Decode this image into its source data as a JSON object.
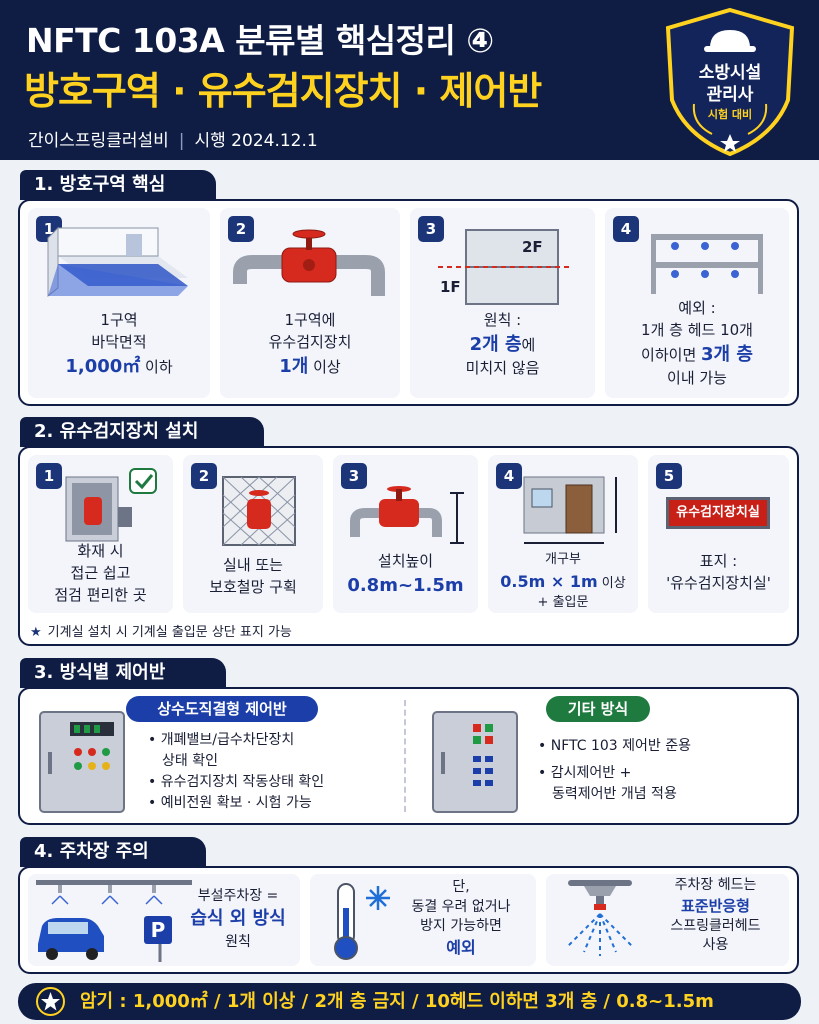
{
  "header": {
    "title_line1": "NFTC 103A 분류별 핵심정리 ④",
    "title_line2": "방호구역 · 유수검지장치 · 제어반",
    "subtitle_left": "간이스프링클러설비",
    "subtitle_sep": "|",
    "subtitle_right": "시행 2024.12.1",
    "badge_line1": "소방시설",
    "badge_line2": "관리사",
    "badge_line3": "시험 대비"
  },
  "section1": {
    "label": "1. 방호구역 핵심",
    "cards": [
      {
        "num": "1",
        "line1": "1구역",
        "line2": "바닥면적",
        "hl": "1,000㎡",
        "line3_rest": " 이하",
        "icon": "floor-area-icon"
      },
      {
        "num": "2",
        "line1": "1구역에",
        "line2": "유수검지장치",
        "hl": "1개",
        "line3_rest": " 이상",
        "icon": "alarm-valve-pipe-icon"
      },
      {
        "num": "3",
        "line1": "원칙 :",
        "hl": "2개 층",
        "line2_rest": "에",
        "line3": "미치지 않음",
        "floor_top": "2F",
        "floor_bottom": "1F",
        "icon": "two-floor-building-icon"
      },
      {
        "num": "4",
        "line1": "예외 :",
        "line2": "1개 층 헤드 10개",
        "line3_pre": "이하이면 ",
        "hl": "3개 층",
        "line4": "이내 가능",
        "icon": "sprinkler-heads-rack-icon"
      }
    ]
  },
  "section2": {
    "label": "2. 유수검지장치 설치",
    "cards": [
      {
        "num": "1",
        "line1": "화재 시",
        "line2": "접근 쉽고",
        "line3": "점검 편리한 곳",
        "icon": "valve-cabinet-check-icon"
      },
      {
        "num": "2",
        "line1": "실내 또는",
        "line2": "보호철망 구획",
        "icon": "caged-valve-icon"
      },
      {
        "num": "3",
        "line1": "설치높이",
        "hl": "0.8m~1.5m",
        "icon": "valve-height-icon"
      },
      {
        "num": "4",
        "line1": "개구부",
        "hl": "0.5m × 1m",
        "line2_rest": " 이상",
        "line3": "+ 출입문",
        "icon": "door-opening-icon"
      },
      {
        "num": "5",
        "line1": "표지 :",
        "line2": "'유수검지장치실'",
        "sign": "유수검지장치실",
        "icon": "room-sign-icon"
      }
    ],
    "note": "기계실 설치 시 기계실 출입문 상단 표지 가능"
  },
  "section3": {
    "label": "3. 방식별 제어반",
    "left_pill": "상수도직결형 제어반",
    "left_items": [
      "개폐밸브/급수차단장치",
      "상태 확인",
      "유수검지장치 작동상태 확인",
      "예비전원 확보 · 시험 가능"
    ],
    "right_pill": "기타 방식",
    "right_items": [
      "NFTC 103 제어반 준용",
      "감시제어반 +",
      "동력제어반 개념 적용"
    ]
  },
  "section4": {
    "label": "4. 주차장 주의",
    "card1": {
      "line1": "부설주차장 =",
      "hl": "습식 외 방식",
      "line3": "원칙",
      "sign": "P"
    },
    "card2": {
      "line1": "단,",
      "line2": "동결 우려 없거나",
      "line3": "방지 가능하면",
      "hl": "예외"
    },
    "card3": {
      "line1": "주차장 헤드는",
      "hl": "표준반응형",
      "line3": "스프링클러헤드",
      "line4": "사용"
    }
  },
  "footer": {
    "text": "암기 : 1,000㎡ / 1개 이상 / 2개 층 금지 / 10헤드 이하면 3개 층 / 0.8~1.5m"
  },
  "colors": {
    "navy": "#0f1d45",
    "yellow": "#ffd21f",
    "blue_text": "#1c3ea8",
    "red": "#d62a1e",
    "green_pill": "#1f7a3f"
  }
}
